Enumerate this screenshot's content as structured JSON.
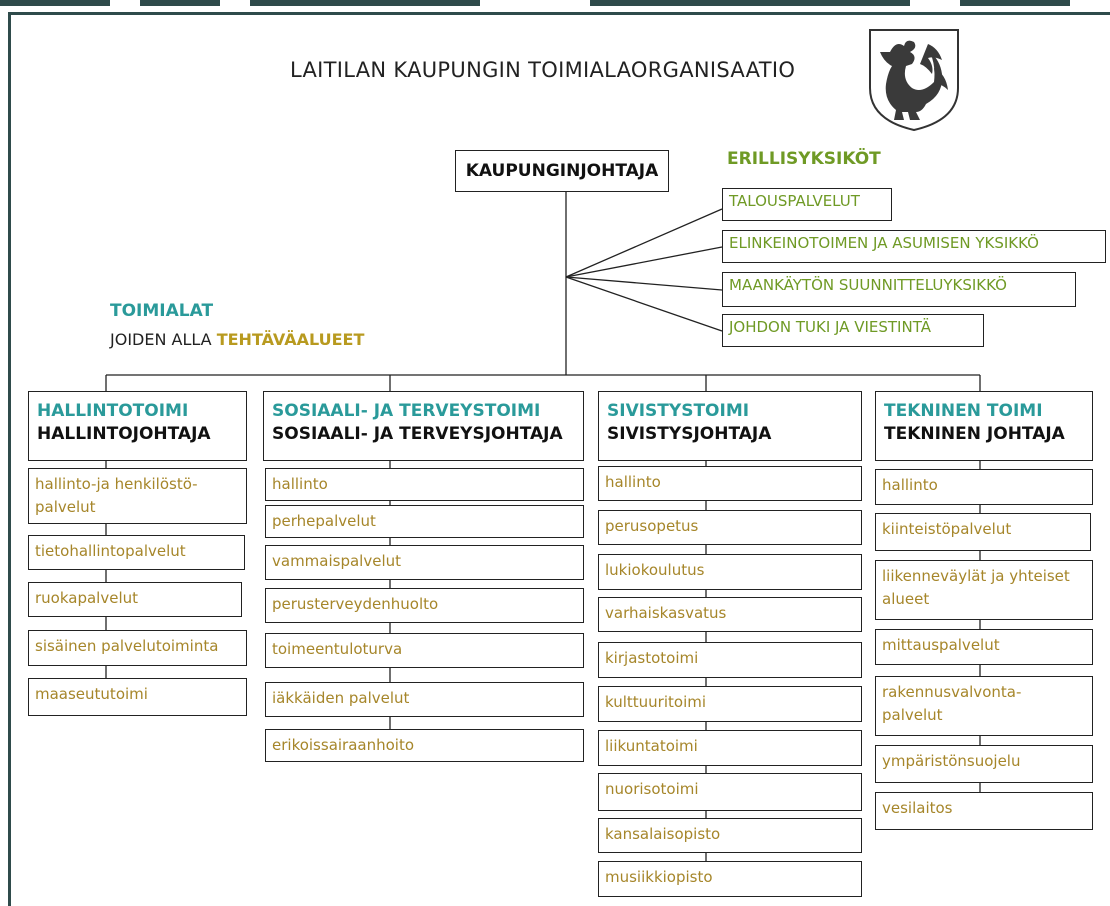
{
  "title": "LAITILAN KAUPUNGIN TOIMIALAORGANISAATIO",
  "head": "KAUPUNGINJOHTAJA",
  "separate_units": {
    "heading": "ERILLISYKSIKÖT",
    "items": [
      "TALOUSPALVELUT",
      "ELINKEINOTOIMEN JA ASUMISEN YKSIKKÖ",
      "MAANKÄYTÖN SUUNNITTELUYKSIKKÖ",
      "JOHDON TUKI JA VIESTINTÄ"
    ]
  },
  "legend": {
    "line1": "TOIMIALAT",
    "line2_prefix": "JOIDEN ALLA",
    "line2_highlight": "TEHTÄVÄALUEET"
  },
  "departments": [
    {
      "name": "HALLINTOTOIMI",
      "director": "HALLINTOJOHTAJA",
      "items": [
        "hallinto-ja henkilöstö-",
        "palvelut",
        "tietohallintopalvelut",
        "ruokapalvelut",
        "sisäinen palvelutoiminta",
        "maaseututoimi"
      ]
    },
    {
      "name": "SOSIAALI- JA TERVEYSTOIMI",
      "director": "SOSIAALI- JA TERVEYSJOHTAJA",
      "items": [
        "hallinto",
        "perhepalvelut",
        "vammaispalvelut",
        "perusterveydenhuolto",
        "toimeentuloturva",
        "iäkkäiden palvelut",
        "erikoissairaanhoito"
      ]
    },
    {
      "name": "SIVISTYSTOIMI",
      "director": "SIVISTYSJOHTAJA",
      "items": [
        "hallinto",
        "perusopetus",
        "lukiokoulutus",
        "varhaiskasvatus",
        "kirjastotoimi",
        "kulttuuritoimi",
        "liikuntatoimi",
        "nuorisotoimi",
        "kansalaisopisto",
        "musiikkiopisto"
      ]
    },
    {
      "name": "TEKNINEN TOIMI",
      "director": "TEKNINEN JOHTAJA",
      "items": [
        "hallinto",
        "kiinteistöpalvelut",
        "liikenneväylät ja yhteiset",
        "alueet",
        "mittauspalvelut",
        "rakennusvalvonta-",
        "palvelut",
        "ympäristönsuojelu",
        "vesilaitos"
      ]
    }
  ],
  "colors": {
    "teal": "#2a9a9a",
    "green": "#6f9a25",
    "ochre": "#a6862a",
    "frame": "#2f4b4b"
  },
  "icons": [
    "rooster-crest-icon"
  ]
}
